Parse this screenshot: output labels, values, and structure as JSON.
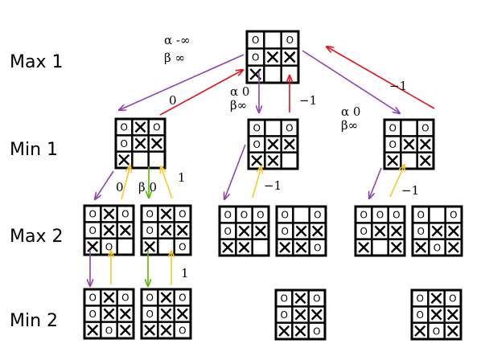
{
  "levels": [
    "Max 1",
    "Min 1",
    "Max 2",
    "Min 2"
  ],
  "colors": {
    "min_down": "#8e44ad",
    "max_up": "#e0141e",
    "yellow_up": "#f5cb2a",
    "green_down": "#5cb800"
  },
  "boards": {
    "root": [
      "O",
      "",
      "O",
      "O",
      "X",
      "X",
      "X",
      "",
      ""
    ],
    "min1_a": [
      "O",
      "X",
      "O",
      "O",
      "X",
      "X",
      "X",
      "",
      ""
    ],
    "min1_b": [
      "O",
      "",
      "O",
      "O",
      "X",
      "X",
      "X",
      "X",
      ""
    ],
    "min1_c": [
      "O",
      "",
      "O",
      "O",
      "X",
      "X",
      "X",
      "",
      "X"
    ],
    "max2_a1": [
      "O",
      "X",
      "O",
      "O",
      "X",
      "X",
      "X",
      "O",
      ""
    ],
    "max2_a2": [
      "O",
      "X",
      "O",
      "O",
      "X",
      "X",
      "X",
      "",
      "O"
    ],
    "max2_b1": [
      "O",
      "O",
      "O",
      "O",
      "X",
      "X",
      "X",
      "X",
      ""
    ],
    "max2_b2": [
      "O",
      "",
      "O",
      "O",
      "X",
      "X",
      "X",
      "X",
      "O"
    ],
    "max2_c1": [
      "O",
      "O",
      "O",
      "O",
      "X",
      "X",
      "X",
      "",
      "X"
    ],
    "max2_c2": [
      "O",
      "",
      "O",
      "O",
      "X",
      "X",
      "X",
      "O",
      "X"
    ],
    "min2_a": [
      "O",
      "X",
      "O",
      "O",
      "X",
      "X",
      "X",
      "O",
      "X"
    ],
    "min2_b": [
      "O",
      "X",
      "O",
      "O",
      "X",
      "X",
      "X",
      "X",
      "O"
    ],
    "min2_c": [
      "O",
      "X",
      "O",
      "O",
      "X",
      "X",
      "X",
      "X",
      "O"
    ],
    "min2_d": [
      "O",
      "X",
      "O",
      "O",
      "X",
      "X",
      "X",
      "O",
      "X"
    ]
  },
  "annotations": {
    "root_alpha": "α -∞",
    "root_beta": "β  ∞",
    "edge_left_value": "0",
    "mid_alpha": "α 0",
    "mid_beta": "β∞",
    "mid_value": "−1",
    "right_alpha": "α 0",
    "right_beta": "β∞",
    "right_value": "−1",
    "a_yellow_value": "0",
    "a_beta": "β 0",
    "a_right_value": "1",
    "b_value": "−1",
    "c_value": "−1",
    "min2_value": "1"
  }
}
